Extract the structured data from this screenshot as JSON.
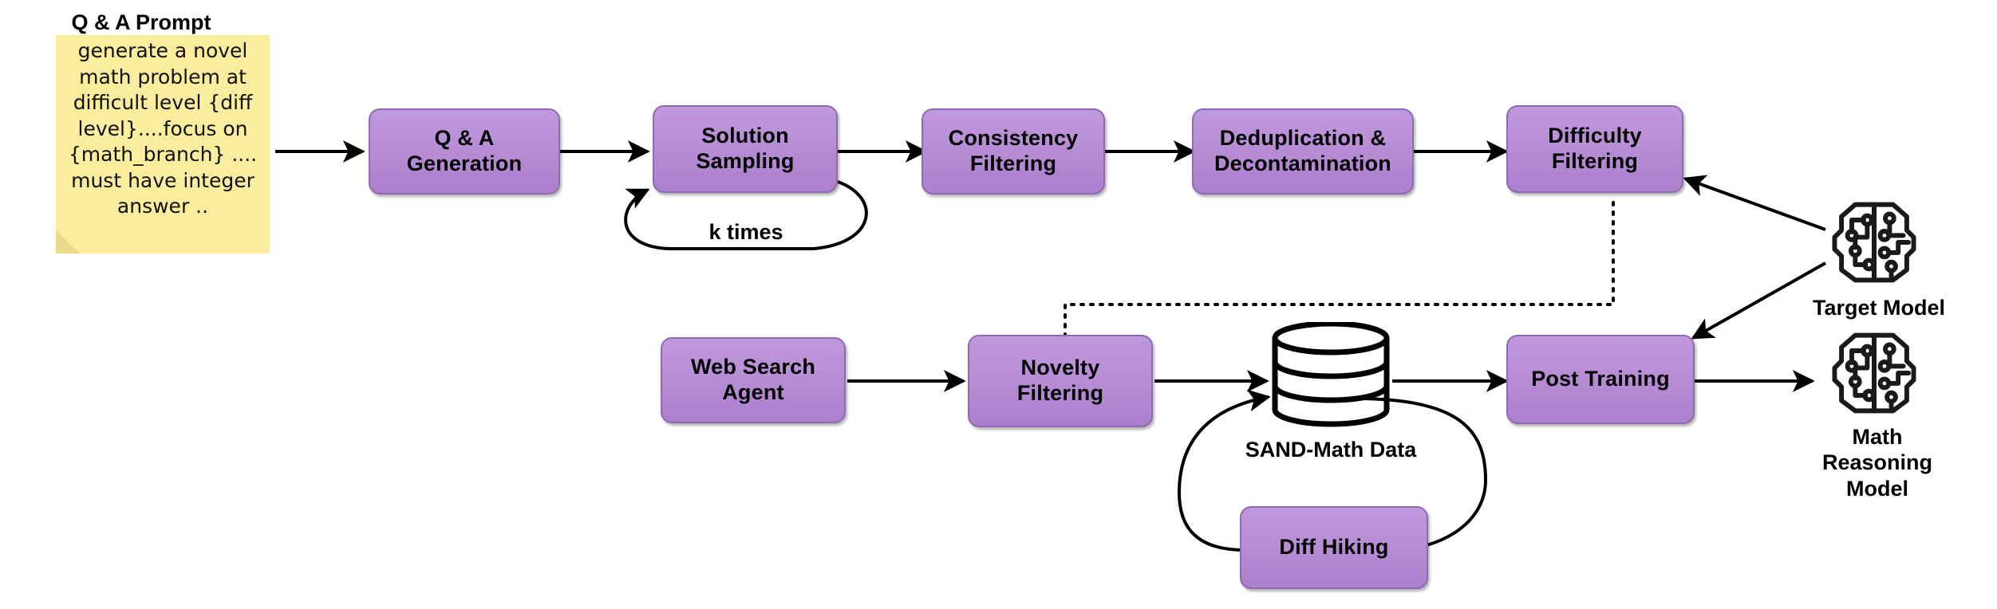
{
  "diagram": {
    "title": "SAND-Math data generation pipeline",
    "colors": {
      "node_fill": "#b68bd4",
      "node_border": "#8e6bb0",
      "sticky_fill": "#faee9e",
      "line": "#000000"
    },
    "sticky_note": {
      "title": "Q & A Prompt",
      "body": "generate a novel math problem at difficult level {diff level}....focus on {math_branch} .... must have integer answer .."
    },
    "nodes": [
      {
        "id": "qa-generation",
        "label_lines": [
          "Q & A",
          "Generation"
        ]
      },
      {
        "id": "solution-sampling",
        "label_lines": [
          "Solution",
          "Sampling"
        ]
      },
      {
        "id": "consistency-filtering",
        "label_lines": [
          "Consistency",
          "Filtering"
        ]
      },
      {
        "id": "dedup-decontamination",
        "label_lines": [
          "Deduplication &",
          "Decontamination"
        ]
      },
      {
        "id": "difficulty-filtering",
        "label_lines": [
          "Difficulty",
          "Filtering"
        ]
      },
      {
        "id": "web-search-agent",
        "label_lines": [
          "Web Search",
          "Agent"
        ]
      },
      {
        "id": "novelty-filtering",
        "label_lines": [
          "Novelty",
          "Filtering"
        ]
      },
      {
        "id": "post-training",
        "label_lines": [
          "Post Training"
        ]
      },
      {
        "id": "diff-hiking",
        "label_lines": [
          "Diff Hiking"
        ]
      }
    ],
    "labels": {
      "loop_k_times": "k times",
      "datastore": "SAND-Math Data",
      "target_model": "Target Model",
      "output_model_lines": [
        "Math",
        "Reasoning",
        "Model"
      ]
    },
    "icons": {
      "target_model": "brain-circuit-icon",
      "output_model": "brain-circuit-icon",
      "datastore": "database-cylinder-icon"
    }
  }
}
